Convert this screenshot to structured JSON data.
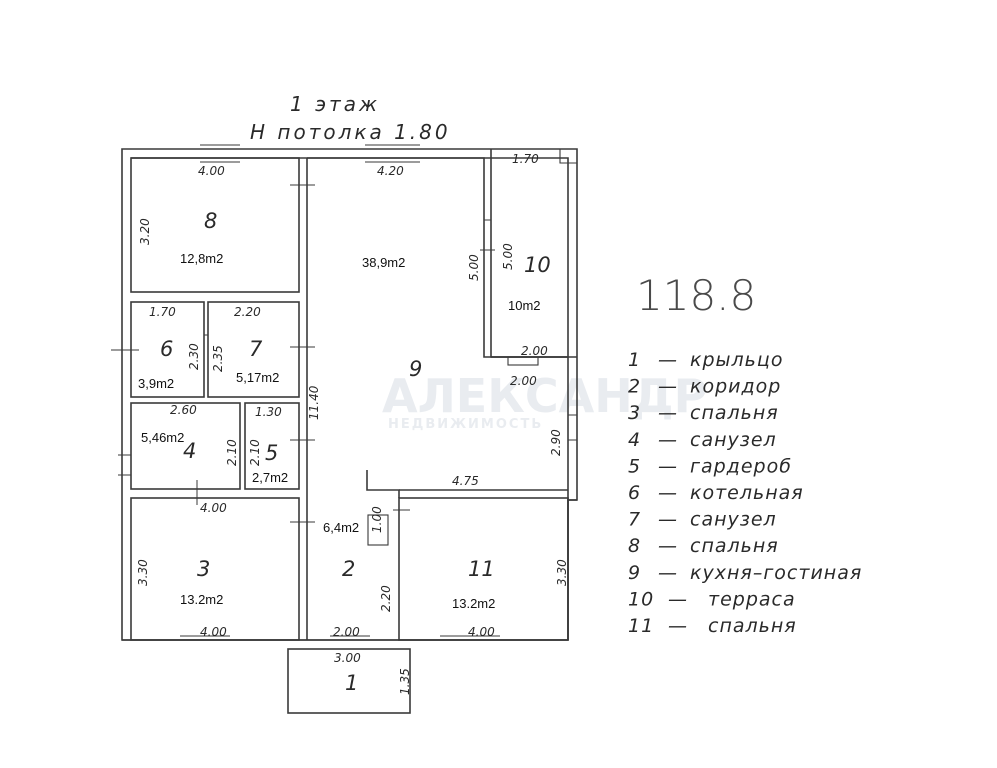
{
  "header": {
    "floor": "1 этаж",
    "ceiling": "Н потолка 1.80"
  },
  "total_area": "118.8",
  "watermark": {
    "brand": "АЛЕКСАНДР",
    "sub": "НЕДВИЖИМОСТЬ"
  },
  "rooms": {
    "r8": {
      "num": "8",
      "area": "12,8m2"
    },
    "r9": {
      "num": "9",
      "area": "38,9m2"
    },
    "r10": {
      "num": "10",
      "area": "10m2"
    },
    "r6": {
      "num": "6",
      "area": "3,9m2"
    },
    "r7": {
      "num": "7",
      "area": "5,17m2"
    },
    "r4": {
      "num": "4",
      "area": "5,46m2"
    },
    "r5": {
      "num": "5",
      "area": "2,7m2"
    },
    "r3": {
      "num": "3",
      "area": "13.2m2"
    },
    "r2": {
      "num": "2",
      "area": "6,4m2"
    },
    "r11": {
      "num": "11",
      "area": "13.2m2"
    },
    "r1": {
      "num": "1"
    }
  },
  "dimensions": {
    "d8w": "4.00",
    "d8h": "3.20",
    "d9w": "4.20",
    "d9h": "5.00",
    "d10w": "1.70",
    "d10h": "5.00",
    "d6w": "1.70",
    "d6h": "2.30",
    "d7w": "2.20",
    "d7h": "2.35",
    "d4w": "2.60",
    "d4h": "2.10",
    "d5w": "1.30",
    "d5h": "2.10",
    "d9low": "2.00",
    "d9low2": "2.00",
    "dcorr": "11.40",
    "d290": "2.90",
    "d475": "4.75",
    "d3w": "4.00",
    "d3h": "3.30",
    "d3b": "4.00",
    "d100": "1.00",
    "d2h": "2.20",
    "d2w": "2.00",
    "d11h": "3.30",
    "d11w": "4.00",
    "d1w": "3.00",
    "d1h": "1.35"
  },
  "legend": [
    {
      "no": "1",
      "name": "крыльцо"
    },
    {
      "no": "2",
      "name": "коридор"
    },
    {
      "no": "3",
      "name": "спальня"
    },
    {
      "no": "4",
      "name": "санузел"
    },
    {
      "no": "5",
      "name": "гардероб"
    },
    {
      "no": "6",
      "name": "котельная"
    },
    {
      "no": "7",
      "name": "санузел"
    },
    {
      "no": "8",
      "name": "спальня"
    },
    {
      "no": "9",
      "name": "кухня–гостиная"
    },
    {
      "no": "10",
      "name": "терраса"
    },
    {
      "no": "11",
      "name": "спальня"
    }
  ],
  "legend_dash": "—"
}
